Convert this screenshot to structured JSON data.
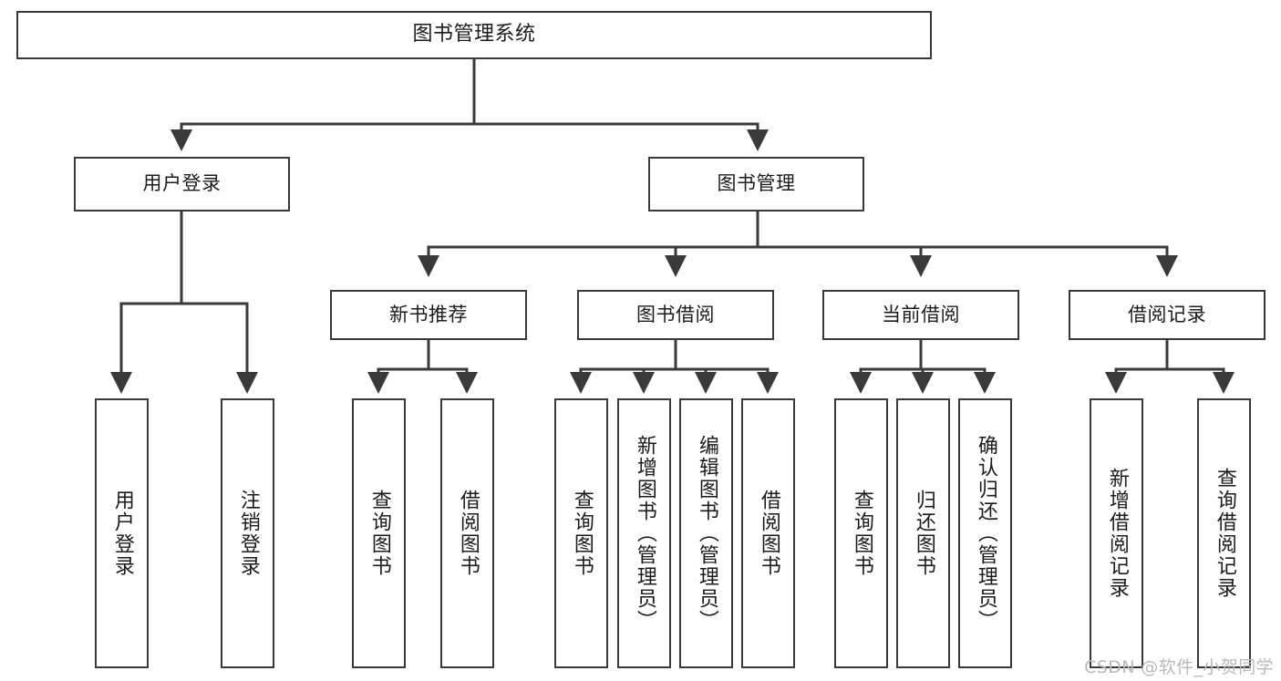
{
  "diagram": {
    "title": "图书管理系统",
    "type": "tree-hierarchy",
    "watermark": "CSDN @软件_小贺同学",
    "root": {
      "id": "root",
      "label": "图书管理系统"
    },
    "level1": [
      {
        "id": "user-login",
        "label": "用户登录"
      },
      {
        "id": "book-manage",
        "label": "图书管理"
      }
    ],
    "level2": [
      {
        "id": "new-book-recommend",
        "label": "新书推荐",
        "parent": "book-manage"
      },
      {
        "id": "book-borrow",
        "label": "图书借阅",
        "parent": "book-manage"
      },
      {
        "id": "current-borrow",
        "label": "当前借阅",
        "parent": "book-manage"
      },
      {
        "id": "borrow-record",
        "label": "借阅记录",
        "parent": "book-manage"
      }
    ],
    "leaves": [
      {
        "id": "leaf-user-login",
        "label": "用户登录",
        "parent": "user-login"
      },
      {
        "id": "leaf-logout-login",
        "label": "注销登录",
        "parent": "user-login"
      },
      {
        "id": "leaf-query-book-rec",
        "label": "查询图书",
        "parent": "new-book-recommend"
      },
      {
        "id": "leaf-borrow-book-rec",
        "label": "借阅图书",
        "parent": "new-book-recommend"
      },
      {
        "id": "leaf-query-book-borrow",
        "label": "查询图书",
        "parent": "book-borrow"
      },
      {
        "id": "leaf-add-book-admin",
        "label": "新增图书（管理员）",
        "parent": "book-borrow"
      },
      {
        "id": "leaf-edit-book-admin",
        "label": "编辑图书（管理员）",
        "parent": "book-borrow"
      },
      {
        "id": "leaf-borrow-book",
        "label": "借阅图书",
        "parent": "book-borrow"
      },
      {
        "id": "leaf-query-book-current",
        "label": "查询图书",
        "parent": "current-borrow"
      },
      {
        "id": "leaf-return-book",
        "label": "归还图书",
        "parent": "current-borrow"
      },
      {
        "id": "leaf-confirm-return-admin",
        "label": "确认归还（管理员）",
        "parent": "current-borrow"
      },
      {
        "id": "leaf-add-borrow-record",
        "label": "新增借阅记录",
        "parent": "borrow-record"
      },
      {
        "id": "leaf-query-borrow-record",
        "label": "查询借阅记录",
        "parent": "borrow-record"
      }
    ],
    "colors": {
      "stroke": "#3a3a3a",
      "text": "#1b1b1b",
      "background": "#ffffff",
      "watermark": "#b9b9b9"
    }
  }
}
